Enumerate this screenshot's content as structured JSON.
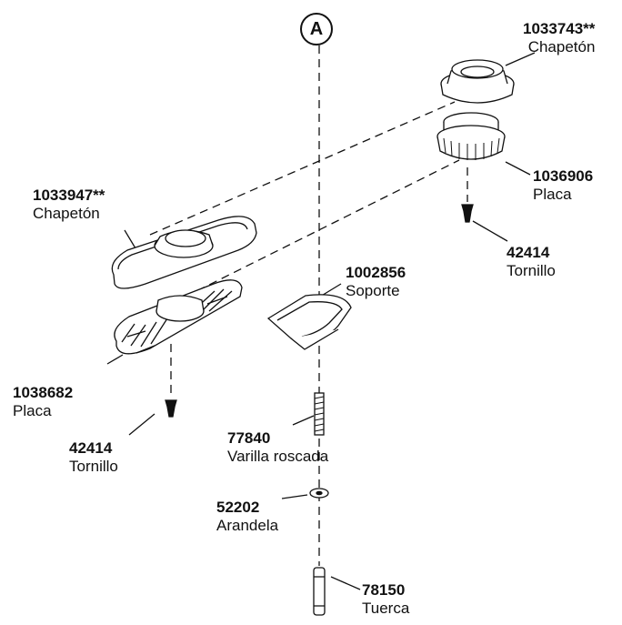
{
  "callout": "A",
  "parts": [
    {
      "id": "chapeton-small",
      "number": "1033743**",
      "name": "Chapetón"
    },
    {
      "id": "placa-small",
      "number": "1036906",
      "name": "Placa"
    },
    {
      "id": "tornillo-right",
      "number": "42414",
      "name": "Tornillo"
    },
    {
      "id": "chapeton-large",
      "number": "1033947**",
      "name": "Chapetón"
    },
    {
      "id": "soporte",
      "number": "1002856",
      "name": "Soporte"
    },
    {
      "id": "placa-large",
      "number": "1038682",
      "name": "Placa"
    },
    {
      "id": "tornillo-left",
      "number": "42414",
      "name": "Tornillo"
    },
    {
      "id": "varilla",
      "number": "77840",
      "name": "Varilla roscada"
    },
    {
      "id": "arandela",
      "number": "52202",
      "name": "Arandela"
    },
    {
      "id": "tuerca",
      "number": "78150",
      "name": "Tuerca"
    }
  ]
}
